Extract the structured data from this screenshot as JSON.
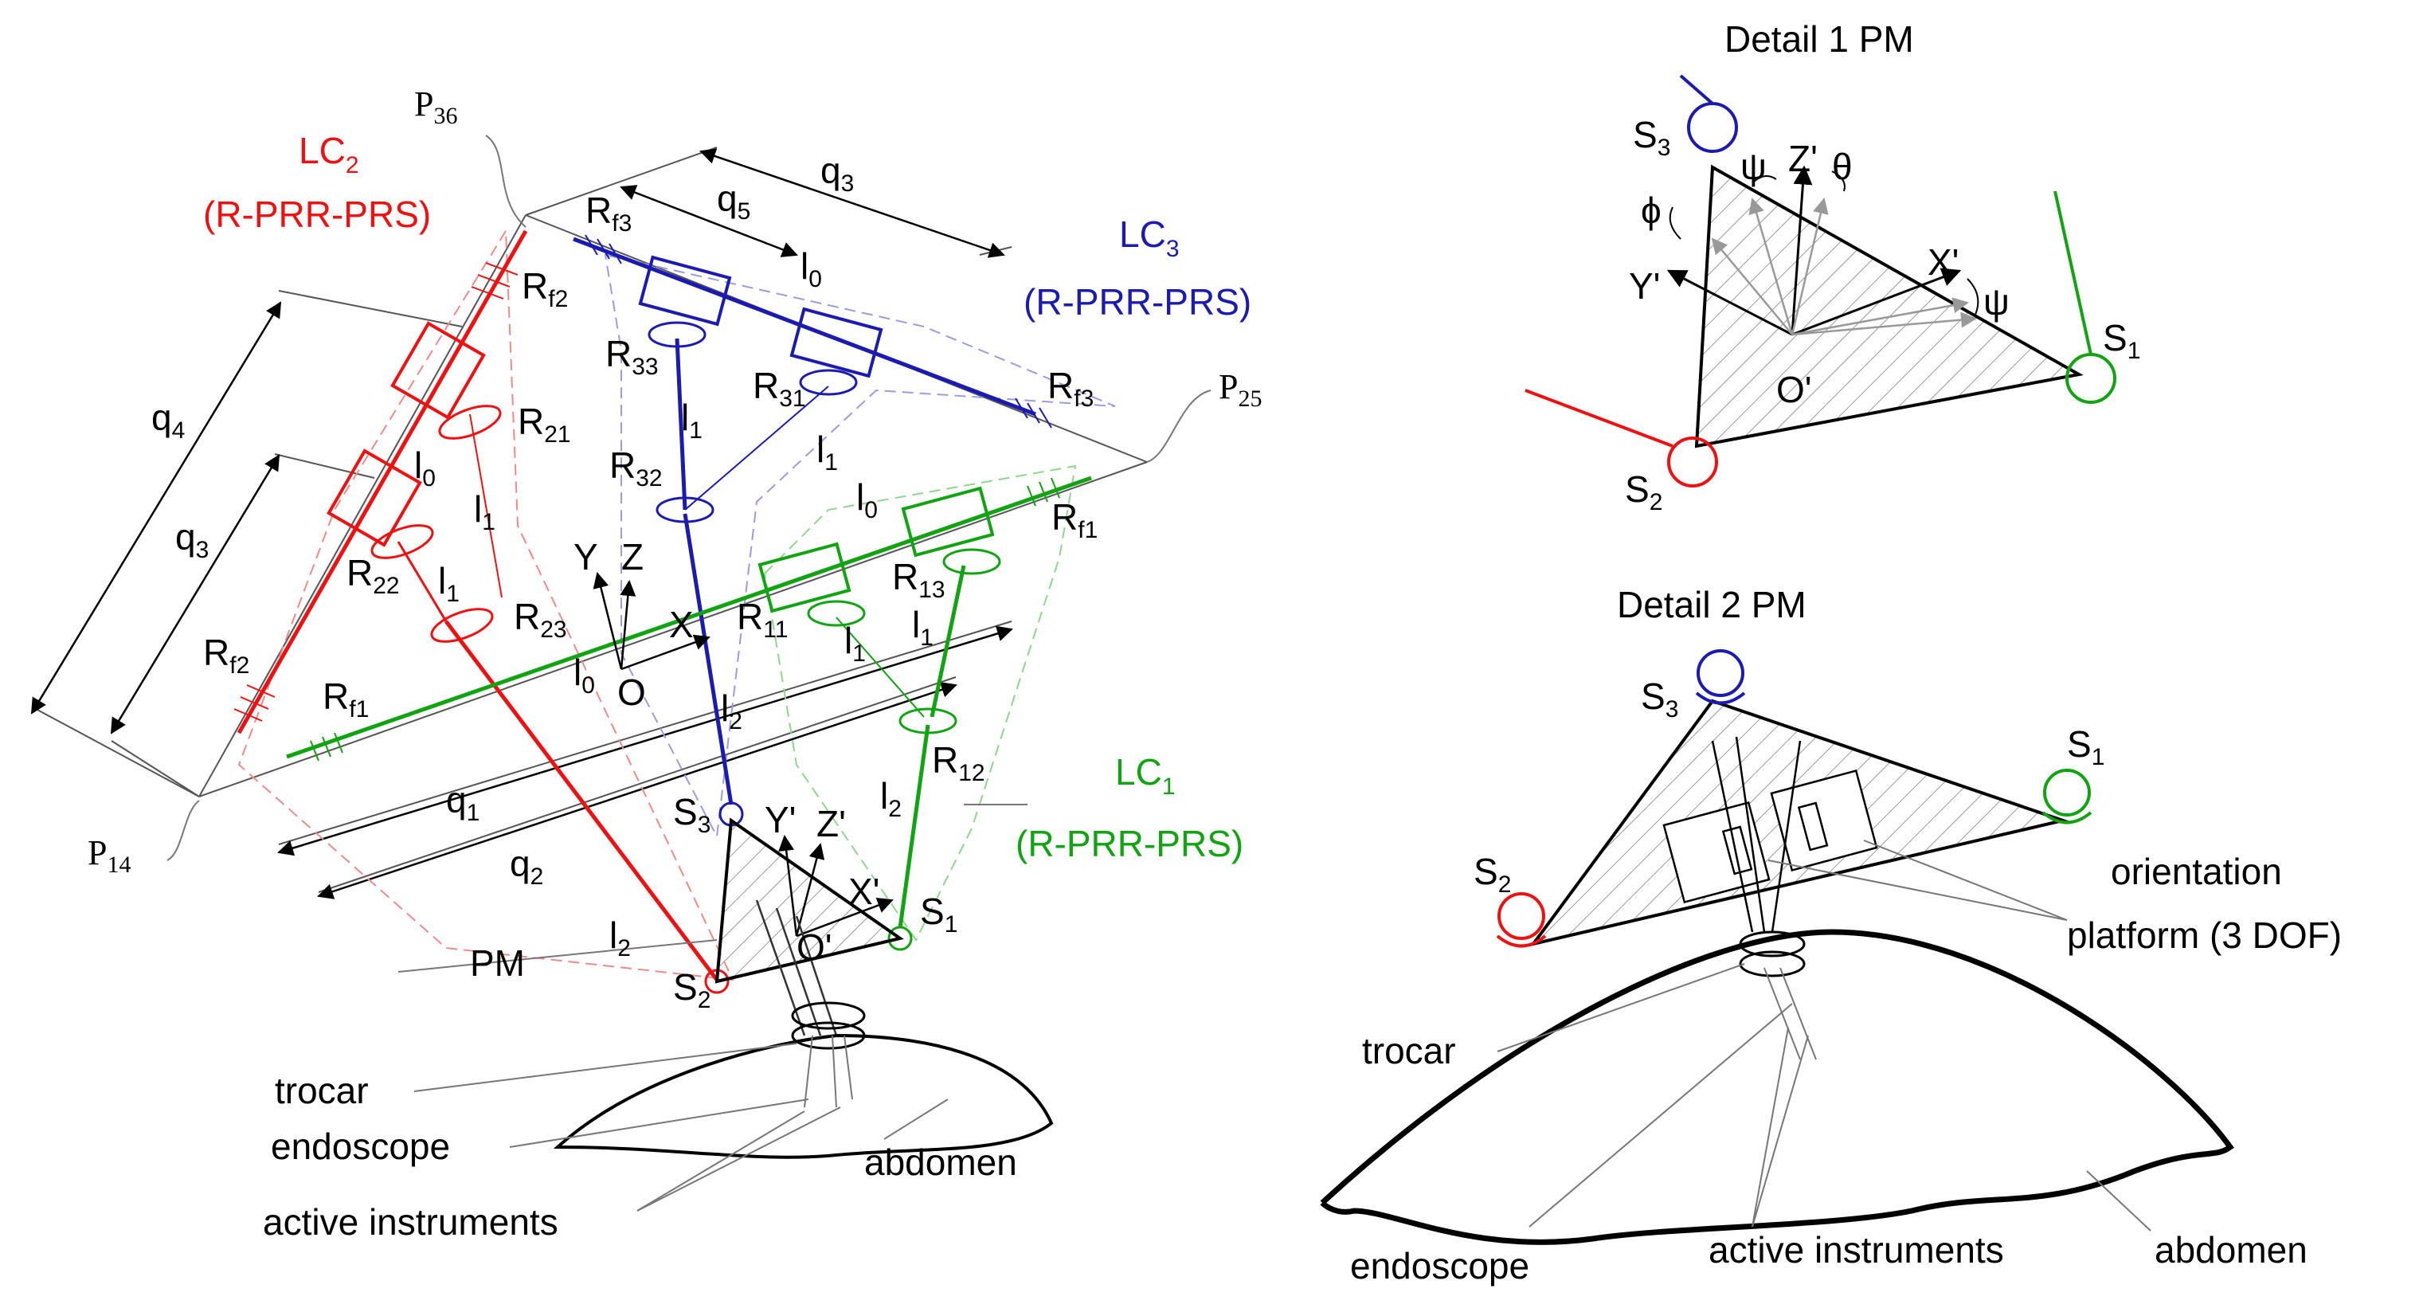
{
  "left": {
    "lc2_name": "LC",
    "lc2_sub": "2",
    "lc2_type": "(R-PRR-PRS)",
    "lc3_name": "LC",
    "lc3_sub": "3",
    "lc3_type": "(R-PRR-PRS)",
    "lc1_name": "LC",
    "lc1_sub": "1",
    "lc1_type": "(R-PRR-PRS)",
    "points": {
      "p36": "P",
      "p36_sub": "36",
      "p25": "P",
      "p25_sub": "25",
      "p14": "P",
      "p14_sub": "14"
    },
    "q1": "q",
    "q1_sub": "1",
    "q2": "q",
    "q2_sub": "2",
    "q3a": "q",
    "q3a_sub": "3",
    "q3b": "q",
    "q3b_sub": "3",
    "q4": "q",
    "q4_sub": "4",
    "q5": "q",
    "q5_sub": "5",
    "rf1a": "R",
    "rf1a_sub": "f1",
    "rf1b": "R",
    "rf1b_sub": "f1",
    "rf2a": "R",
    "rf2a_sub": "f2",
    "rf2b": "R",
    "rf2b_sub": "f2",
    "rf3a": "R",
    "rf3a_sub": "f3",
    "rf3b": "R",
    "rf3b_sub": "f3",
    "r11": "R",
    "r11_sub": "11",
    "r12": "R",
    "r12_sub": "12",
    "r13": "R",
    "r13_sub": "13",
    "r21": "R",
    "r21_sub": "21",
    "r22": "R",
    "r22_sub": "22",
    "r23": "R",
    "r23_sub": "23",
    "r31": "R",
    "r31_sub": "31",
    "r32": "R",
    "r32_sub": "32",
    "r33": "R",
    "r33_sub": "33",
    "l": "l",
    "l0": "0",
    "l1": "1",
    "l2": "2",
    "axis_x": "X",
    "axis_y": "Y",
    "axis_z": "Z",
    "origin": "O",
    "s1": "S",
    "s1_sub": "1",
    "s2": "S",
    "s2_sub": "2",
    "s3": "S",
    "s3_sub": "3",
    "xp": "X'",
    "yp": "Y'",
    "zp": "Z'",
    "op": "O'",
    "pm": "PM",
    "trocar": "trocar",
    "endoscope": "endoscope",
    "active_instruments": "active instruments",
    "abdomen": "abdomen"
  },
  "detail1": {
    "title": "Detail 1  PM",
    "s1": "S",
    "s1_sub": "1",
    "s2": "S",
    "s2_sub": "2",
    "s3": "S",
    "s3_sub": "3",
    "psi": "ψ",
    "theta": "θ",
    "phi": "ϕ",
    "xp": "X'",
    "yp": "Y'",
    "zp": "Z'",
    "op": "O'"
  },
  "detail2": {
    "title": "Detail 2    PM",
    "s1": "S",
    "s1_sub": "1",
    "s2": "S",
    "s2_sub": "2",
    "s3": "S",
    "s3_sub": "3",
    "orientation": "orientation",
    "platform": "platform (3 DOF)",
    "trocar": "trocar",
    "endoscope": "endoscope",
    "active_instruments": "active instruments",
    "abdomen": "abdomen"
  },
  "colors": {
    "red": "#ee1111",
    "blue": "#1b1bb0",
    "green": "#12a312",
    "black": "#000000"
  }
}
